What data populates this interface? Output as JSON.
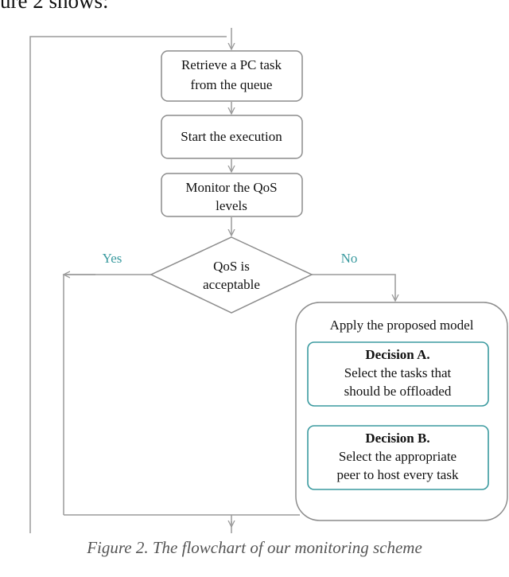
{
  "top_text": "ure 2 shows:",
  "colors": {
    "line": "#9a9a9a",
    "box_border": "#8c8c8c",
    "accent": "#3a9a9f",
    "text": "#111111",
    "caption": "#555555"
  },
  "nodes": {
    "retrieve": [
      "Retrieve a PC task",
      "from the queue"
    ],
    "start": [
      "Start the execution"
    ],
    "monitor": [
      "Monitor the QoS",
      "levels"
    ],
    "decision": [
      "QoS is",
      "acceptable"
    ],
    "yes_label": "Yes",
    "no_label": "No",
    "apply": "Apply the proposed model",
    "decision_a": {
      "title": "Decision A.",
      "lines": [
        "Select the tasks that",
        "should be offloaded"
      ]
    },
    "decision_b": {
      "title": "Decision B.",
      "lines": [
        "Select the appropriate",
        "peer to host every task"
      ]
    }
  },
  "caption": "Figure 2. The flowchart of our monitoring scheme"
}
